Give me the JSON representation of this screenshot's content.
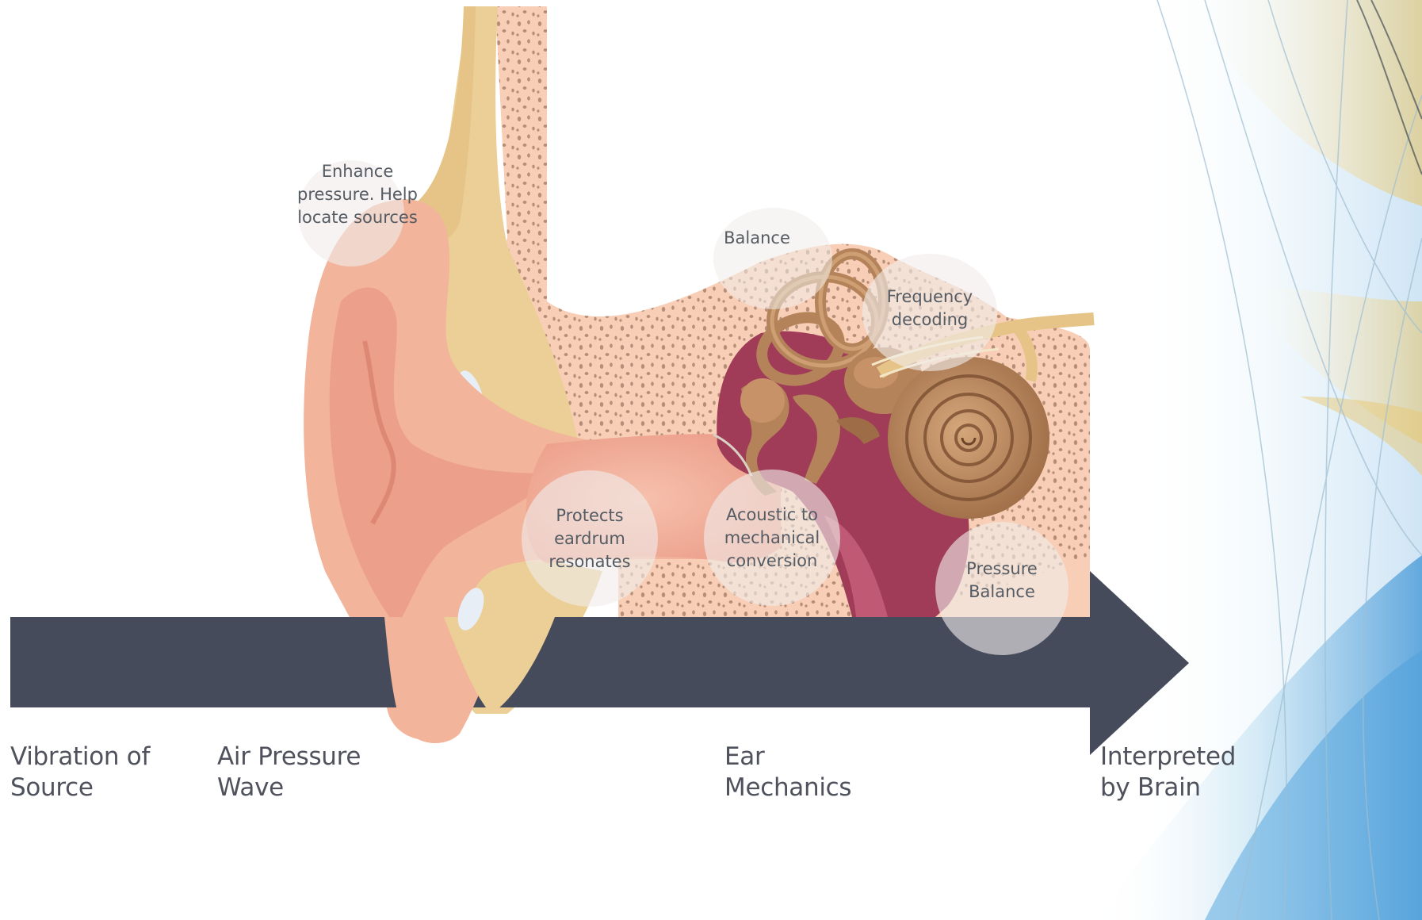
{
  "callouts": {
    "outer_ear": "Enhance\npressure. Help\nlocate sources",
    "balance": "Balance",
    "cochlea": "Frequency\ndecoding",
    "ear_canal": "Protects\neardrum\nresonates",
    "middle_ear": "Acoustic to\nmechanical\nconversion",
    "eustachian": "Pressure\nBalance"
  },
  "stages": {
    "vibration": "Vibration of\nSource",
    "air_wave": "Air Pressure\nWave",
    "ear_mech": "Ear\nMechanics",
    "brain": "Interpreted\nby Brain"
  },
  "colors": {
    "arrow": "#464b5c",
    "skin": "#f2b49a",
    "skin_dark": "#e08e79",
    "cartilage": "#ebcf96",
    "bone": "#f8cfb6",
    "cavity": "#a03c58",
    "ossicle": "#b5835a",
    "label_text": "#4f525c"
  }
}
